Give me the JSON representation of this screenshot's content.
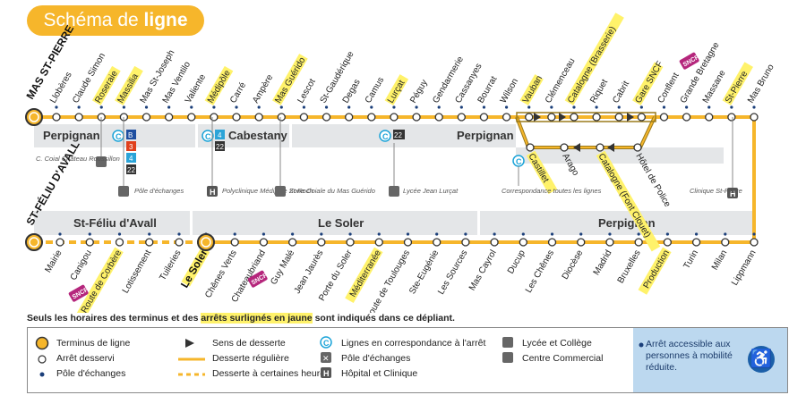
{
  "title": {
    "prefix": "Schéma de",
    "strong": "ligne"
  },
  "colors": {
    "line": "#f6b62b",
    "zone": "#e4e6e8",
    "access_dot": "#1b4fa0",
    "highlight": "#fff26a"
  },
  "branches": [
    {
      "terminus": "MAS ST-PIERRE"
    },
    {
      "terminus": "ST-FÉLIU D'AVALL"
    }
  ],
  "upper_stops": [
    "Llobères",
    "Claude Simon",
    "Roseraie",
    "Massilia",
    "Mas St-Joseph",
    "Mas Ventilo",
    "Valiente",
    "Médipôle",
    "Carré",
    "Ampère",
    "Mas Guérido",
    "Lescot",
    "St-Gaudérique",
    "Degas",
    "Camus",
    "Lurçat",
    "Péguy",
    "Gendarmerie",
    "Cassanyes",
    "Bourrat",
    "Wilson",
    "Vauban",
    "Clémenceau",
    "Catalogne (Brasserie)",
    "Riquet",
    "Cabrit",
    "Gare SNCF",
    "Conflent",
    "Grande Bretagne",
    "Massane",
    "St-Pierre",
    "Mas Bruno"
  ],
  "loop_lower_stops": [
    "Castillet",
    "Arago",
    "Catalogne (Font Clouet)",
    "Hôtel de Police"
  ],
  "lower_stops": [
    "Mairie",
    "Canigou",
    "Route de Corbère",
    "Lotissement",
    "Tuileries",
    "Le Soler",
    "Chênes Verts",
    "Chateaubriand",
    "Guy Malé",
    "Jean Jaurès",
    "Porte du Soler",
    "Méditerranée",
    "Route de Toulouges",
    "Ste-Eugénie",
    "Les Sources",
    "Mas Cayrol",
    "Ducup",
    "Les Chênes",
    "Diocèse",
    "Madrid",
    "Bruxelles",
    "Production",
    "Turin",
    "Milan",
    "Lippmann"
  ],
  "zones": [
    "Perpignan",
    "Cabestany",
    "Perpignan",
    "St-Féliu d'Avall",
    "Le Soler",
    "Perpignan"
  ],
  "connections": {
    "massilia": [
      "B",
      "3",
      "4",
      "22"
    ],
    "cabestany": [
      "4",
      "22"
    ],
    "lurcat": "22"
  },
  "facilities": [
    "C. Coial Château Roussillon",
    "Pôle d'échanges",
    "Polyclinique Médipôle St-Roch",
    "Zone Coiale du Mas Guérido",
    "Lycée Jean Lurçat",
    "Correspondance toutes les lignes",
    "Clinique St-Pierre"
  ],
  "sncf": "SNCF",
  "note": {
    "before": "Seuls les horaires des terminus et des ",
    "highlight": "arrêts surlignés en jaune",
    "after": " sont indiqués dans ce dépliant."
  },
  "legend": {
    "terminus": "Terminus de ligne",
    "stop": "Arrêt desservi",
    "hub": "Pôle d'échanges",
    "direction": "Sens de desserte",
    "regular": "Desserte régulière",
    "partial": "Desserte à certaines heures",
    "connection": "Lignes en correspondance à l'arrêt",
    "exchange": "Pôle d'échanges",
    "hospital": "Hôpital et Clinique",
    "school": "Lycée et Collège",
    "mall": "Centre Commercial",
    "access": "Arrêt accessible aux personnes à mobilité réduite."
  },
  "icons": {
    "wheelchair": "wheelchair-icon",
    "connection": "correspondance-c-icon",
    "hospital": "h-icon",
    "exchange": "exchange-icon",
    "school": "school-icon",
    "mall": "shop-icon"
  }
}
